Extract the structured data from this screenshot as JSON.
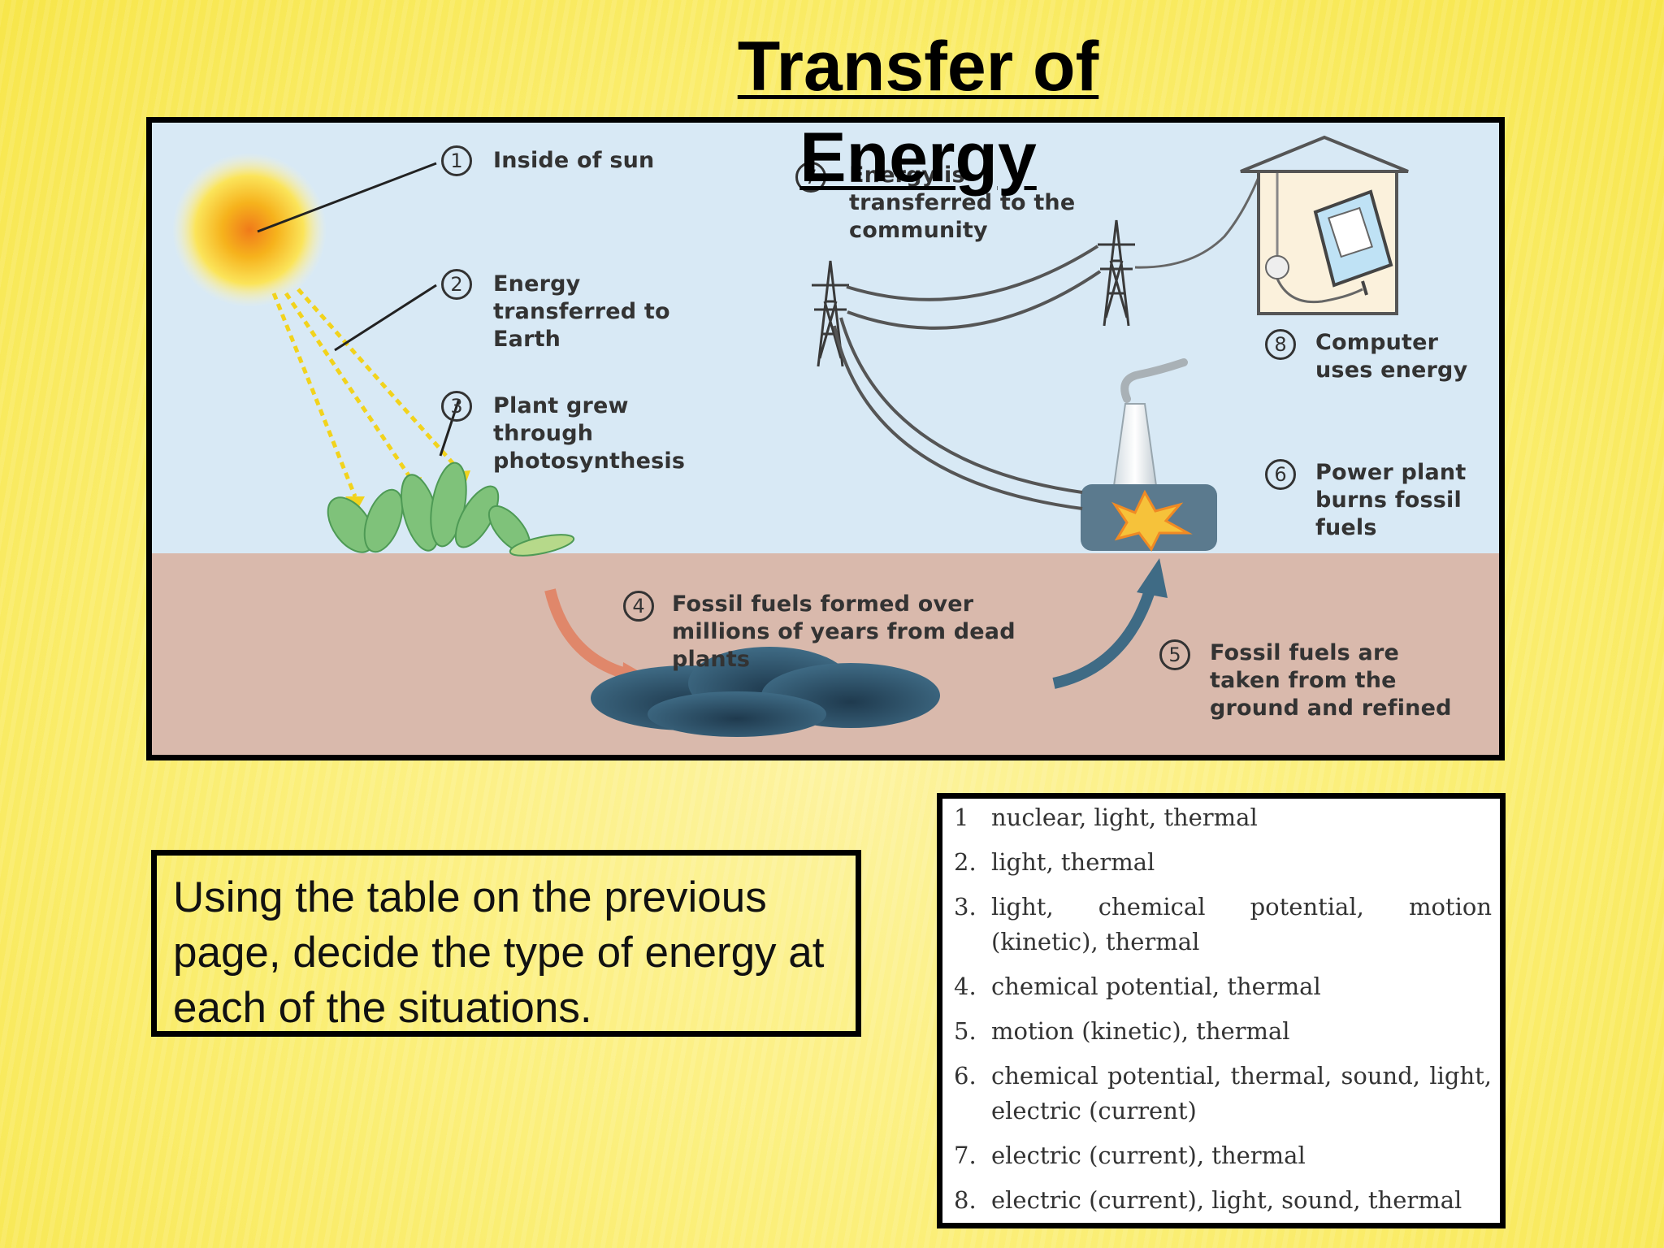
{
  "slide": {
    "title": "Transfer of Energy"
  },
  "diagram": {
    "labels": [
      {
        "num": "1",
        "text": "Inside of sun"
      },
      {
        "num": "2",
        "text": "Energy transferred to Earth"
      },
      {
        "num": "3",
        "text": "Plant grew through photosynthesis"
      },
      {
        "num": "4",
        "text": "Fossil fuels formed over millions of years from dead plants"
      },
      {
        "num": "5",
        "text": "Fossil fuels are taken from the ground and refined"
      },
      {
        "num": "6",
        "text": "Power plant burns fossil fuels"
      },
      {
        "num": "7",
        "text": "Energy is transferred to the community"
      },
      {
        "num": "8",
        "text": "Computer uses energy"
      }
    ]
  },
  "instruction": {
    "text": "Using the table on the previous page, decide the type of energy at each of the situations."
  },
  "answers": [
    {
      "num": "1",
      "text": "nuclear, light, thermal"
    },
    {
      "num": "2.",
      "text": "light, thermal"
    },
    {
      "num": "3.",
      "text": "light, chemical potential, motion (kinetic), thermal"
    },
    {
      "num": "4.",
      "text": "chemical potential, thermal"
    },
    {
      "num": "5.",
      "text": "motion (kinetic), thermal"
    },
    {
      "num": "6.",
      "text": "chemical potential, thermal, sound, light, electric (current)"
    },
    {
      "num": "7.",
      "text": "electric (current), thermal"
    },
    {
      "num": "8.",
      "text": "electric (current), light, sound, thermal"
    }
  ]
}
